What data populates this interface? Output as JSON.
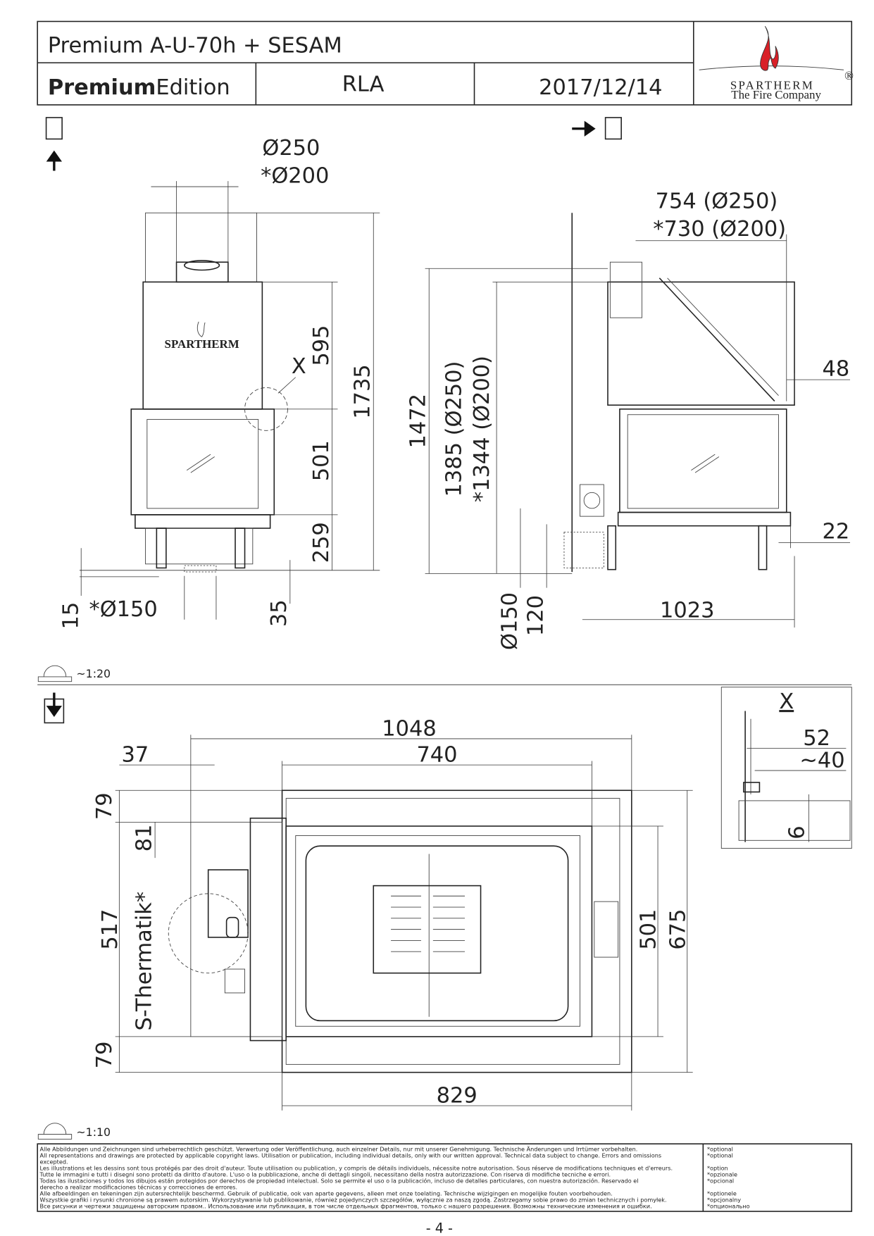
{
  "header": {
    "title": "Premium A-U-70h + SESAM",
    "edition_bold": "Premium",
    "edition_rest": "Edition",
    "variant": "RLA",
    "date": "2017/12/14",
    "logo": {
      "brand": "SPARTHERM",
      "tagline": "The Fire Company",
      "registered": "®",
      "flame_color": "#d92027"
    }
  },
  "front_view": {
    "flue_main": "Ø250",
    "flue_option": "*Ø200",
    "dims": {
      "upper": "595",
      "glass": "501",
      "base": "259",
      "total": "1735",
      "foot": "15",
      "bottom_flue": "*Ø150",
      "leg": "35"
    },
    "detail_marker": "X",
    "brand_mark": "SPARTHERM"
  },
  "side_view": {
    "flue_height_main": "754 (Ø250)",
    "flue_height_option": "*730 (Ø200)",
    "dims": {
      "total": "1472",
      "height_main": "1385 (Ø250)",
      "height_option": "*1344 (Ø200)",
      "top_offset": "48",
      "bottom_offset": "22",
      "depth": "1023",
      "air_inlet": "Ø150",
      "air_inlet_height": "120"
    }
  },
  "scale_front": "~1:20",
  "top_view": {
    "dims": {
      "overall_width": "1048",
      "firebox_width": "740",
      "side": "37",
      "top_margin": "79",
      "offset": "81",
      "depth": "517",
      "bottom_margin": "79",
      "glass_depth": "501",
      "total_depth": "675",
      "frame_width": "829"
    },
    "option_label": "S-Thermatik*"
  },
  "detail_x": {
    "title": "X",
    "dim1": "52",
    "dim2": "~40",
    "dim3": "6"
  },
  "scale_top": "~1:10",
  "footer": {
    "legal": [
      "Alle Abbildungen und Zeichnungen sind urheberrechtlich geschützt. Verwertung oder Veröffentlichung, auch einzelner Details, nur mit unserer Genehmigung. Technische Änderungen und Irrtümer vorbehalten.",
      "All representations and drawings are protected by applicable copyright laws. Utilisation or publication, including individual details, only with our written approval. Technical data subject to change. Errors and omissions",
      "excepted.",
      "Les illustrations et les dessins sont tous protégés par des droit d'auteur. Toute utilisation ou publication, y compris de détails individuels, nécessite notre autorisation. Sous réserve de modifications techniques et d'erreurs.",
      "Tutte le immagini e tutti i disegni sono protetti da diritto d'autore. L'uso o la pubblicazione, anche di dettagli singoli, necessitano della nostra autorizzazione.  Con riserva di modifiche tecniche e errori.",
      "Todas las ilustaciones y todos los dibujos están protegidos por derechos de propiedad intelectual. Solo se permite el uso o la publicación, incluso de detalles particulares, con nuestra autorización. Reservado el",
      "derecho a realizar modificaciones técnicas y correcciones de errores.",
      "Alle afbeeldingen en tekeningen zijn autersrechtelijk beschermd. Gebruik of publicatie, ook van aparte gegevens, alleen met onze toelating. Technische wijzigingen en mogelijke fouten voorbehouden.",
      "Wszystkie grafiki i rysunki chronione są prawem autorskim. Wykorzystywanie lub publikowanie, również pojedynczych szczegółów, wyłącznie za naszą zgodą. Zastrzegamy sobie prawo do zmian technicznych i pomyłek.",
      "Все рисунки и чертежи защищены авторским правом.. Использование или публикация, в том числе отдельных фрагментов, только с нашего разрешения. Возможны технические изменения и ошибки."
    ],
    "optional": [
      "*optional",
      "*optional",
      "",
      "*option",
      "*opzionale",
      "*opcional",
      "",
      "*optionele",
      "*opcjonalny",
      "*опционально"
    ],
    "page": "- 4 -"
  }
}
